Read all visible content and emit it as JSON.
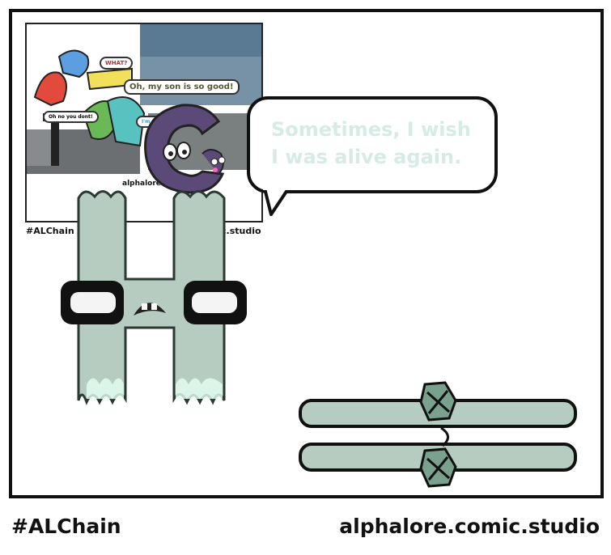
{
  "panel": {
    "speech": "Sometimes, I wish I was alive again."
  },
  "inset": {
    "bubble_main": "Oh, my son is so good!",
    "bubble_small_1": "WHAT?",
    "bubble_small_2": "Oh no you dont!",
    "bubble_small_3": "I'm gonna...",
    "caption_left": "#ALChain",
    "caption_mid": "alphalore.comic.studio",
    "caption_right": "c.studio"
  },
  "footer": {
    "hashtag": "#ALChain",
    "site": "alphalore.comic.studio"
  },
  "colors": {
    "letter_fill": "#b6ccc0",
    "ghost_text": "#d5ece6",
    "sky": "#5a7a93",
    "purple": "#5b4a78"
  }
}
